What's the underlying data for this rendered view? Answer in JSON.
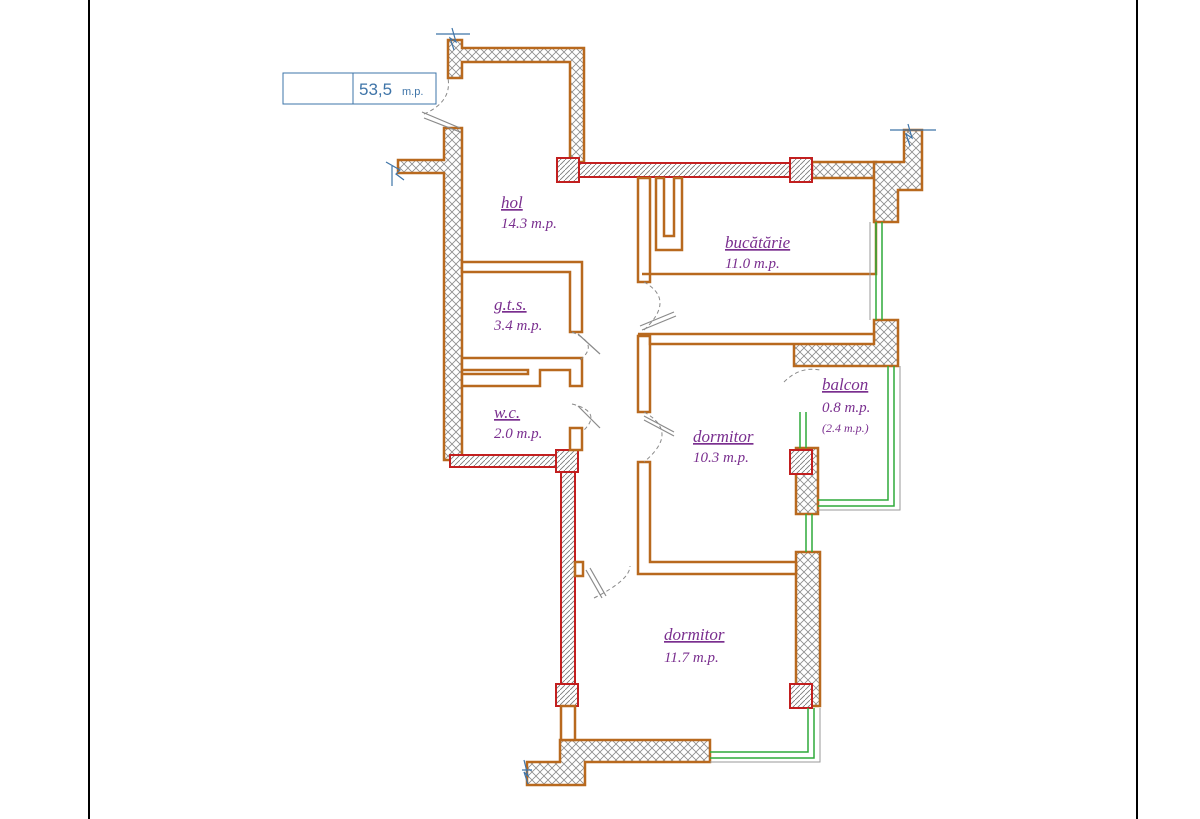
{
  "total_area": {
    "value": "53,5",
    "unit": "m.p."
  },
  "rooms": [
    {
      "name": "hol",
      "area": "14.3 m.p."
    },
    {
      "name": "bucătărie",
      "area": "11.0 m.p."
    },
    {
      "name": "g.t.s.",
      "area": "3.4 m.p."
    },
    {
      "name": "w.c.",
      "area": "2.0 m.p."
    },
    {
      "name": "dormitor",
      "area": "10.3 m.p."
    },
    {
      "name": "balcon",
      "area": "0.8 m.p.",
      "note": "(2.4 m.p.)"
    },
    {
      "name": "dormitor",
      "area": "11.7 m.p."
    }
  ],
  "colors": {
    "wall_outline": "#b8691e",
    "wall_hatch": "#7a7a7a",
    "column_outline": "#c21f1f",
    "window": "#2eaa3a",
    "door": "#8a8a8a",
    "label": "#7a2f8f",
    "total_box": "#3e74a8"
  }
}
